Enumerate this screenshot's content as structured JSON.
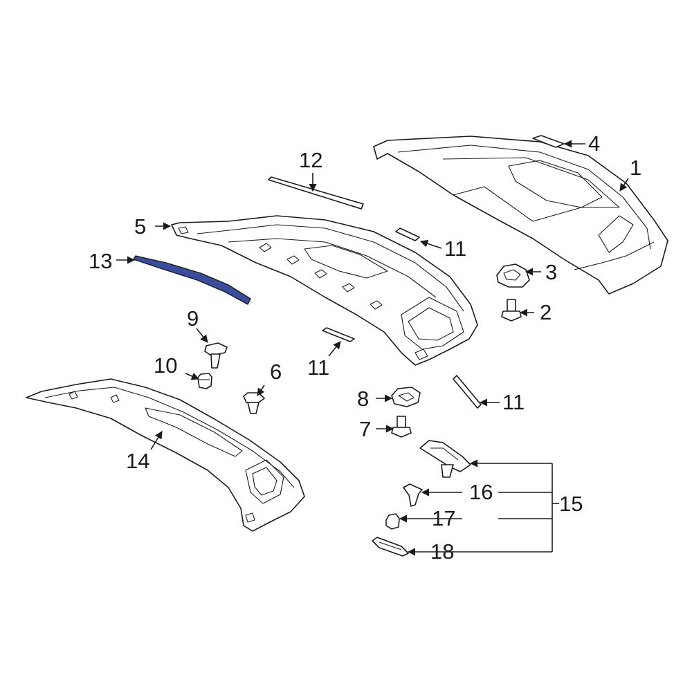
{
  "callouts": {
    "c1": "1",
    "c2": "2",
    "c3": "3",
    "c4": "4",
    "c5": "5",
    "c6": "6",
    "c7": "7",
    "c8": "8",
    "c9": "9",
    "c10": "10",
    "c11a": "11",
    "c11b": "11",
    "c11c": "11",
    "c12": "12",
    "c13": "13",
    "c14": "14",
    "c15": "15",
    "c16": "16",
    "c17": "17",
    "c18": "18"
  },
  "colors": {
    "highlighted_part": "#3a4d9c",
    "line": "#1a1a1a",
    "background": "#ffffff"
  }
}
